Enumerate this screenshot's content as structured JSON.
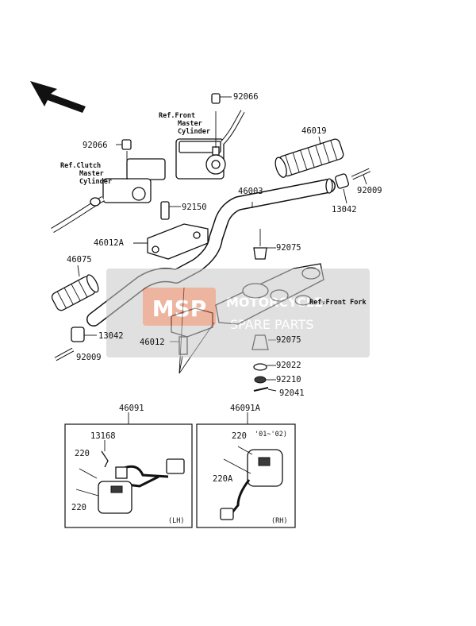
{
  "callouts": {
    "c92066_top": "92066",
    "c46019": "46019",
    "c92066_left": "92066",
    "c46003": "46003",
    "c92009_right": "92009",
    "c13042_right": "13042",
    "c92150": "92150",
    "c46012A": "46012A",
    "c92075_top": "92075",
    "c46075": "46075",
    "c13042_left": "13042",
    "c92009_left": "92009",
    "c46012": "46012",
    "c92075_bottom": "92075",
    "c92022": "92022",
    "c92210": "92210",
    "c92041": "92041",
    "c46091": "46091",
    "c46091A": "46091A",
    "c13168": "13168",
    "c220_lh_a": "220",
    "c220_lh_b": "220",
    "c220_rh": "220",
    "c220A": "220A"
  },
  "references": {
    "front_master_l1": "Ref.Front",
    "front_master_l2": "Master",
    "front_master_l3": "Cylinder",
    "clutch_master_l1": "Ref.Clutch",
    "clutch_master_l2": "Master",
    "clutch_master_l3": "Cylinder",
    "front_fork": "Ref.Front Fork"
  },
  "boxes": {
    "lh_tag": "(LH)",
    "rh_tag": "(RH)",
    "rh_years": "'01~'02)"
  },
  "watermark": {
    "logo": "MSP",
    "line1": "MOTORCYCLE",
    "line2": "SPARE PARTS",
    "color": "#c8c8c8",
    "accent": "#e07a52"
  }
}
